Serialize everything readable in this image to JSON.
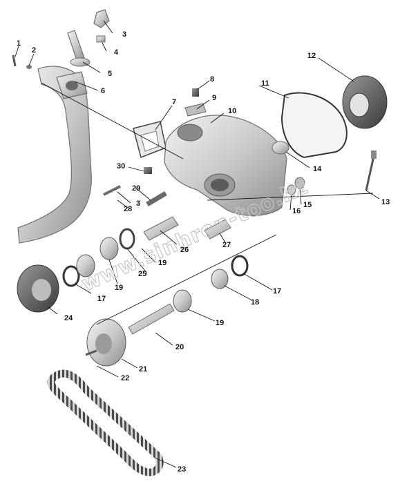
{
  "diagram": {
    "watermark": "www.sinhron-too.kz",
    "callouts": [
      "1",
      "2",
      "3",
      "4",
      "5",
      "6",
      "7",
      "8",
      "9",
      "10",
      "11",
      "12",
      "13",
      "14",
      "15",
      "16",
      "17",
      "18",
      "19",
      "20",
      "21",
      "22",
      "23",
      "24",
      "25",
      "26",
      "27",
      "28",
      "29",
      "30",
      "3",
      "17",
      "19",
      "19"
    ]
  }
}
